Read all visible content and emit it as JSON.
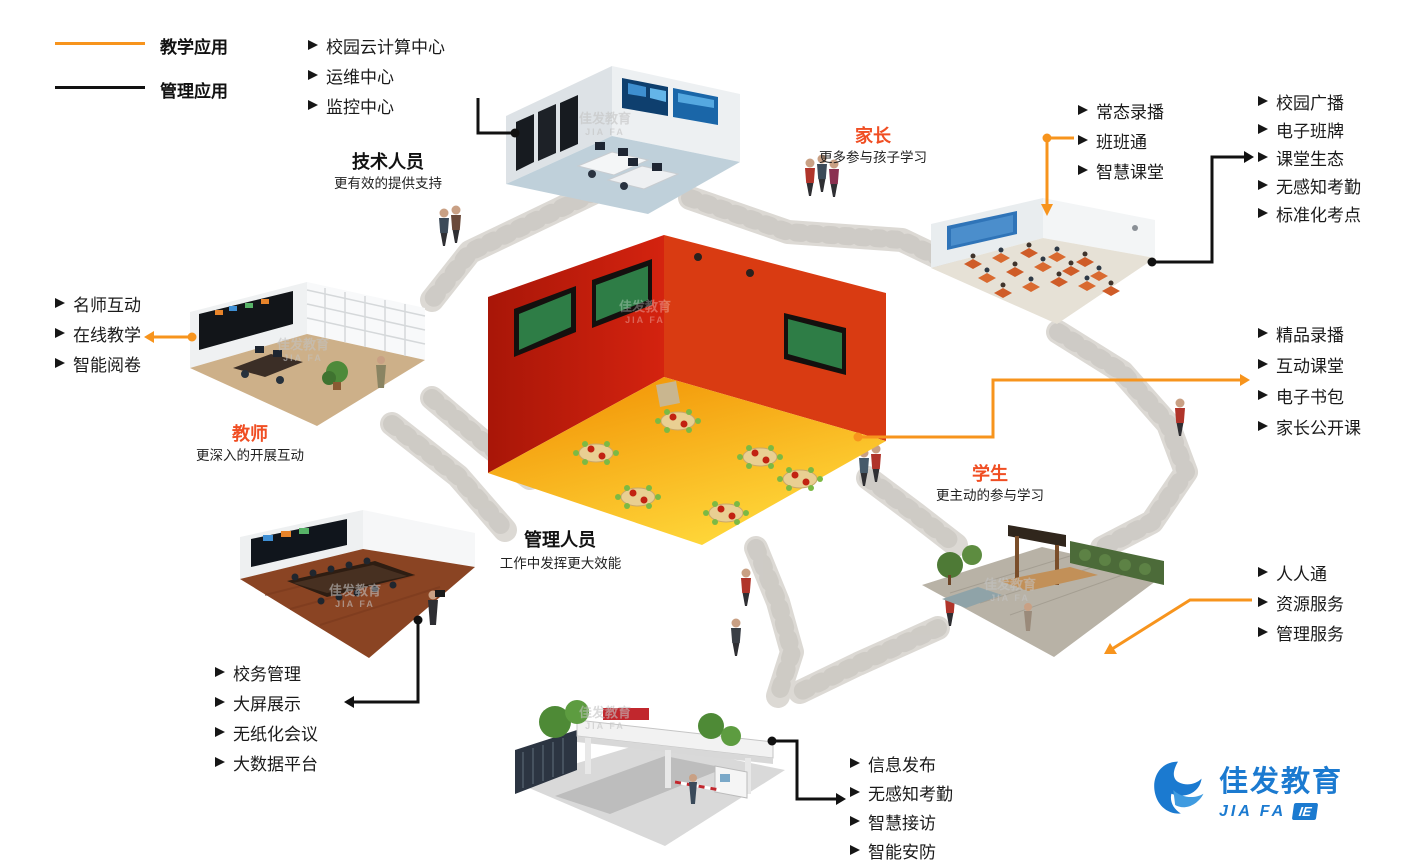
{
  "legend": {
    "teaching": {
      "label": "教学应用",
      "color": "#f7941d"
    },
    "management": {
      "label": "管理应用",
      "color": "#111111"
    }
  },
  "roles": {
    "tech": {
      "name": "技术人员",
      "desc": "更有效的提供支持"
    },
    "parent": {
      "name": "家长",
      "desc": "更多参与孩子学习"
    },
    "teacher": {
      "name": "教师",
      "desc": "更深入的开展互动"
    },
    "student": {
      "name": "学生",
      "desc": "更主动的参与学习"
    },
    "admin": {
      "name": "管理人员",
      "desc": "工作中发挥更大效能"
    }
  },
  "lists": {
    "tech_center": {
      "connector": "management",
      "items": [
        "校园云计算中心",
        "运维中心",
        "监控中心"
      ]
    },
    "parent_teaching": {
      "connector": "teaching",
      "items": [
        "常态录播",
        "班班通",
        "智慧课堂"
      ]
    },
    "classroom_management": {
      "connector": "management",
      "items": [
        "校园广播",
        "电子班牌",
        "课堂生态",
        "无感知考勤",
        "标准化考点"
      ]
    },
    "teacher_teaching": {
      "connector": "teaching",
      "items": [
        "名师互动",
        "在线教学",
        "智能阅卷"
      ]
    },
    "student_teaching": {
      "connector": "teaching",
      "items": [
        "精品录播",
        "互动课堂",
        "电子书包",
        "家长公开课"
      ]
    },
    "admin_management": {
      "connector": "management",
      "items": [
        "校务管理",
        "大屏展示",
        "无纸化会议",
        "大数据平台"
      ]
    },
    "platform_teaching": {
      "connector": "teaching",
      "items": [
        "人人通",
        "资源服务",
        "管理服务"
      ]
    },
    "gate_management": {
      "connector": "management",
      "items": [
        "信息发布",
        "无感知考勤",
        "智慧接访",
        "智能安防"
      ]
    }
  },
  "watermark": {
    "line1": "佳发教育",
    "line2": "JIA FA"
  },
  "logo": {
    "name": "佳发教育",
    "sub": "JIA FA",
    "tag": "IE"
  },
  "colors": {
    "teaching": "#f7941d",
    "management": "#111111",
    "role_accent": "#f04e23",
    "logo_blue": "#1b7ad0"
  }
}
